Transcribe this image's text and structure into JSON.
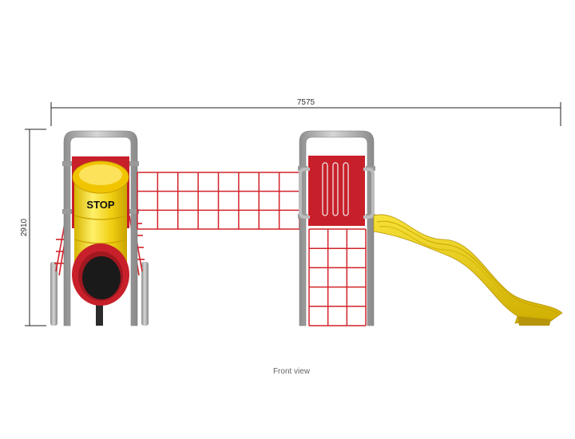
{
  "drawing": {
    "width_dimension": "7575",
    "height_dimension": "2910",
    "view_caption": "Front view",
    "tube_sign": "STOP"
  },
  "colors": {
    "frame": "#b3b3b3",
    "red": "#c8202a",
    "yellow": "#f2d31a",
    "net": "#d2232a",
    "line": "#222222"
  }
}
